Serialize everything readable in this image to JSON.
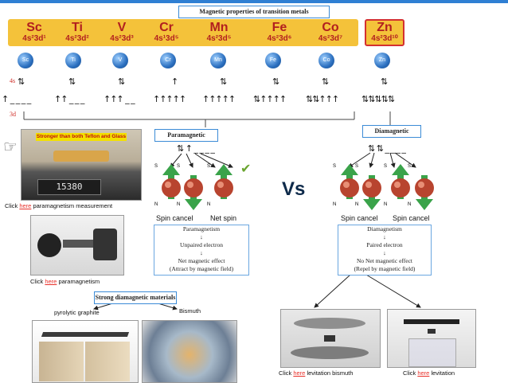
{
  "title": "Magnetic properties of transition metals",
  "elements": [
    {
      "symbol": "Sc",
      "config": "4s²3d¹"
    },
    {
      "symbol": "Ti",
      "config": "4s²3d²"
    },
    {
      "symbol": "V",
      "config": "4s²3d³"
    },
    {
      "symbol": "Cr",
      "config": "4s¹3d⁵"
    },
    {
      "symbol": "Mn",
      "config": "4s²3d⁵"
    },
    {
      "symbol": "Fe",
      "config": "4s²3d⁶"
    },
    {
      "symbol": "Co",
      "config": "4s²3d⁷"
    },
    {
      "symbol": "Zn",
      "config": "4s²3d¹⁰"
    }
  ],
  "orbital_labels": {
    "s": "4s",
    "d": "3d"
  },
  "sections": {
    "paramagnetic": "Paramagnetic",
    "diamagnetic": "Diamagnetic",
    "vs": "Vs",
    "strong_diamagnetic": "Strong diamagnetic materials"
  },
  "spin_labels": {
    "para_cancel": "Spin cancel",
    "para_net": "Net spin",
    "dia_cancel1": "Spin cancel",
    "dia_cancel2": "Spin cancel"
  },
  "para_box": {
    "l1": "Paramagnetism",
    "arrow": "↓",
    "l2": "Unpaired electron",
    "arrow2": "↓",
    "l3": "Net magnetic effect",
    "l4": "(Attract by magnetic field)"
  },
  "dia_box": {
    "l1": "Diamagnetism",
    "arrow": "↓",
    "l2": "Paired electron",
    "arrow2": "↓",
    "l3": "No Net magnetic effect",
    "l4": "(Repel by magnetic field)"
  },
  "photo_texts": {
    "teflon": "Stronger than both Teflon and Glass",
    "scale": "15380"
  },
  "captions": {
    "click": "Click",
    "here": "here",
    "para_measure": "paramagnetism measurement",
    "para": "paramagnetism",
    "lev_bismuth": "levitation bismuth",
    "lev": "levitation",
    "pyrolytic": "pyrolytic graphite",
    "bismuth": "Bismuth"
  },
  "poles": {
    "s": "S",
    "n": "N"
  }
}
